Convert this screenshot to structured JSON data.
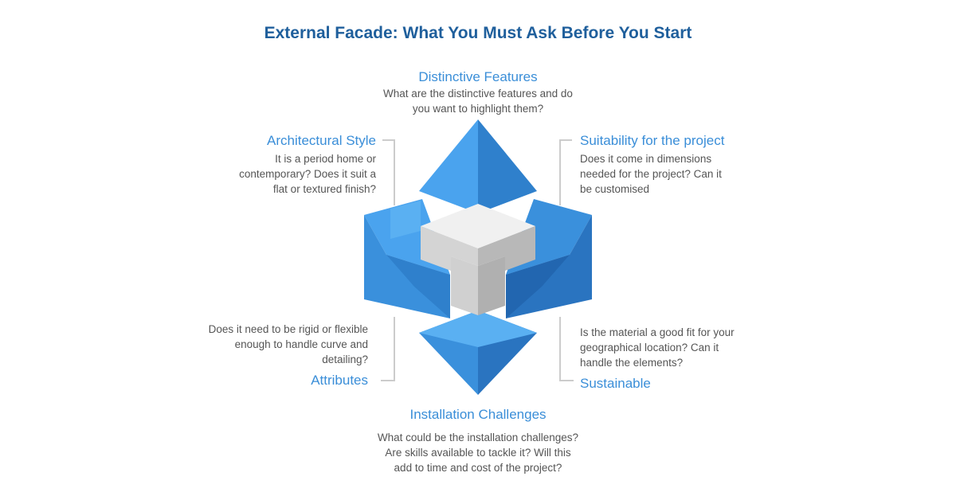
{
  "title": "External Facade: What You Must Ask Before You Start",
  "sections": {
    "distinctive": {
      "heading": "Distinctive Features",
      "description": "What are the distinctive features and do\nyou want to highlight them?"
    },
    "architectural": {
      "heading": "Architectural Style",
      "description": "It is a period home or\ncontemporary? Does it suit a\nflat or textured finish?"
    },
    "suitability": {
      "heading": "Suitability for the project",
      "description": "Does it come in dimensions\nneeded for the project? Can it\nbe customised"
    },
    "attributes": {
      "heading": "Attributes",
      "description": "Does it need  to be rigid or flexible\nenough to handle curve and\ndetailing?"
    },
    "sustainable": {
      "heading": "Sustainable",
      "description": "Is the material a good fit for your\ngeographical location? Can it\nhandle the elements?"
    },
    "installation": {
      "heading": "Installation Challenges",
      "description": "What could be the installation challenges?\nAre skills available to tackle it? Will this\nadd to time and cost of the project?"
    }
  },
  "colors": {
    "title": "#1f5f9c",
    "heading": "#3a8ed8",
    "text": "#555555",
    "blue_light": "#4aa3ee",
    "blue_mid": "#3a90dc",
    "blue_dark": "#2a74c0",
    "blue_darker": "#2266b0",
    "gray_top": "#f0f0f0",
    "gray_left": "#d4d4d4",
    "gray_right": "#b8b8b8",
    "bracket": "#cccccc"
  }
}
